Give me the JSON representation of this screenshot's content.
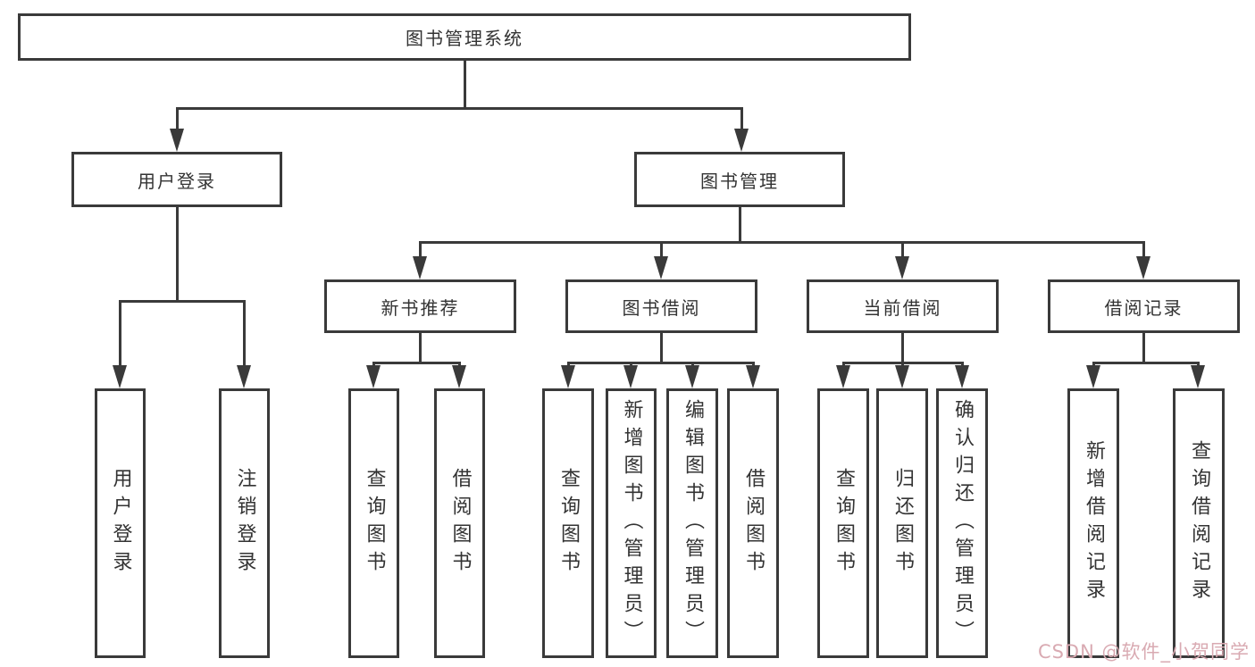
{
  "tree": {
    "label": "图书管理系统",
    "children": [
      {
        "label": "用户登录",
        "children": [
          {
            "label": "用户登录"
          },
          {
            "label": "注销登录"
          }
        ]
      },
      {
        "label": "图书管理",
        "children": [
          {
            "label": "新书推荐",
            "children": [
              {
                "label": "查询图书"
              },
              {
                "label": "借阅图书"
              }
            ]
          },
          {
            "label": "图书借阅",
            "children": [
              {
                "label": "查询图书"
              },
              {
                "label": "新增图书（管理员）"
              },
              {
                "label": "编辑图书（管理员）"
              },
              {
                "label": "借阅图书"
              }
            ]
          },
          {
            "label": "当前借阅",
            "children": [
              {
                "label": "查询图书"
              },
              {
                "label": "归还图书"
              },
              {
                "label": "确认归还（管理员）"
              }
            ]
          },
          {
            "label": "借阅记录",
            "children": [
              {
                "label": "新增借阅记录"
              },
              {
                "label": "查询借阅记录"
              }
            ]
          }
        ]
      }
    ]
  },
  "watermark": {
    "text": "CSDN @软件_小贺同学"
  },
  "colors": {
    "line": "#3a3a3a",
    "text": "#333333",
    "watermark": "#d9aab2",
    "background": "#ffffff"
  }
}
